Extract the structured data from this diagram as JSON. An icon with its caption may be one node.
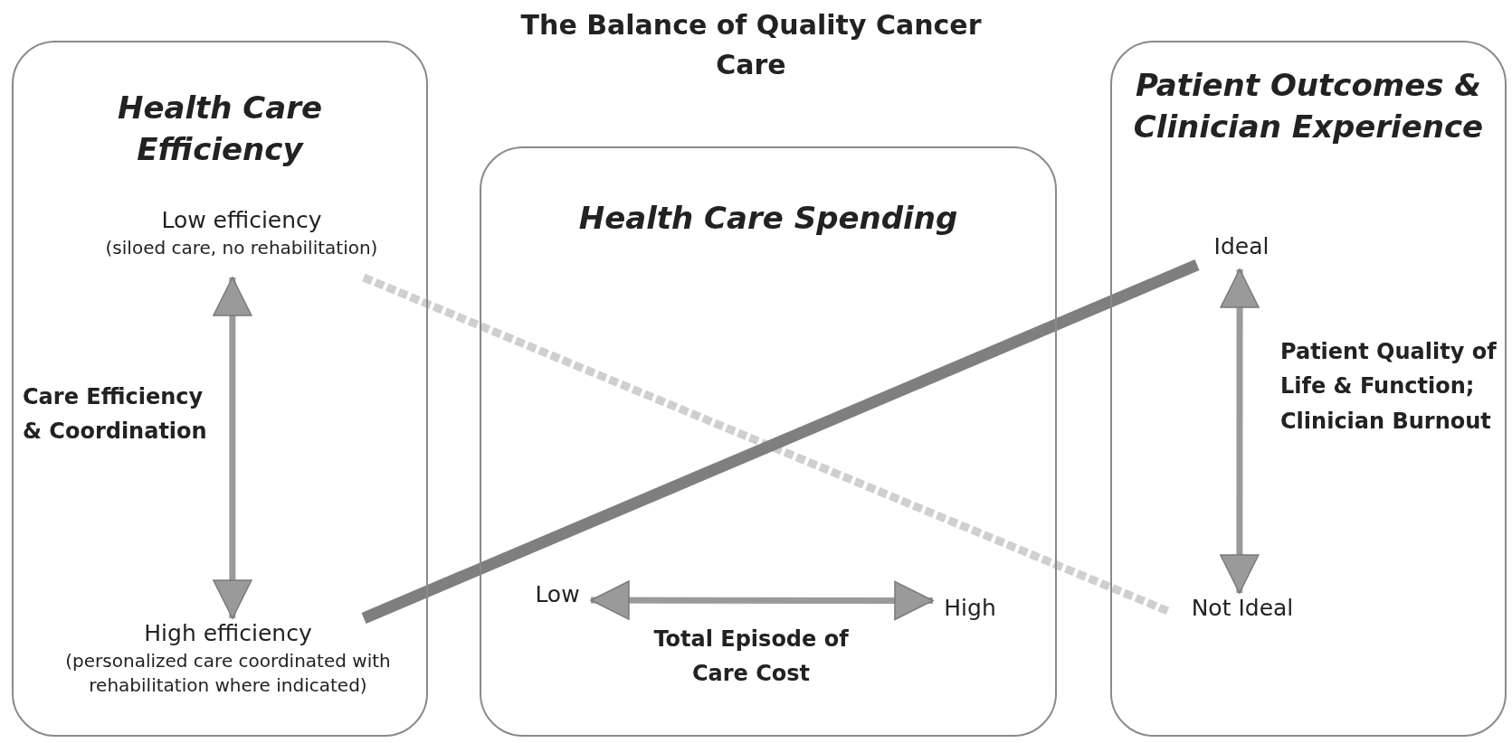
{
  "diagram": {
    "title": "The Balance of Quality Cancer Care",
    "nodes": [
      {
        "text": [
          "Health Care Efficiency"
        ]
      },
      {
        "text": [
          "Low efficiency",
          "(siloed care, no rehabilitation)"
        ],
        "in": 0
      },
      {
        "text": [
          "High efficiency",
          "(personalized care coordinated with rehabilitation where indicated)"
        ],
        "in": 0
      },
      {
        "text": [
          "Health Care Spending"
        ]
      },
      {
        "text": [
          "Low"
        ],
        "in": 3
      },
      {
        "text": [
          "High"
        ],
        "in": 3
      },
      {
        "text": [
          "Patient Outcomes & Clinician Experience"
        ]
      },
      {
        "text": [
          "Ideal"
        ],
        "in": 6
      },
      {
        "text": [
          "Not Ideal"
        ],
        "in": 6
      }
    ],
    "edges": [
      {
        "from": 1,
        "to": 2,
        "arrow": "both",
        "label": "Care Efficiency & Coordination"
      },
      {
        "from": 4,
        "to": 5,
        "arrow": "both",
        "label": "Total Episode of Care Cost"
      },
      {
        "from": 7,
        "to": 8,
        "arrow": "both",
        "label": "Patient Quality of Life & Function; Clinician Burnout"
      },
      {
        "from": 1,
        "to": 8,
        "arrow": "none",
        "style": "dashed",
        "color": "#cfcfcf"
      },
      {
        "from": 2,
        "to": 7,
        "arrow": "none",
        "style": "thick",
        "color": "#7f7f7f"
      }
    ]
  }
}
